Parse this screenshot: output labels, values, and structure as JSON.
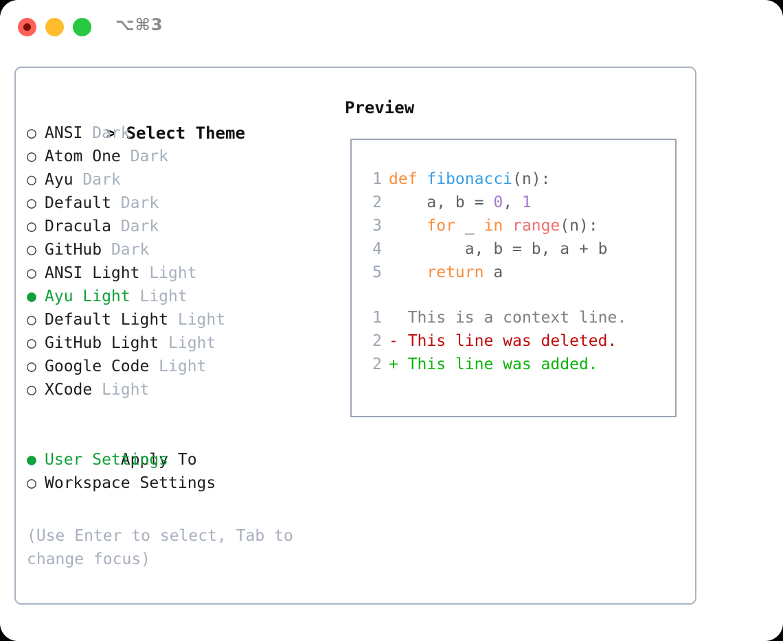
{
  "window": {
    "shortcut": "⌥⌘3",
    "traffic_lights": {
      "close_color": "#ff6058",
      "minimize_color": "#ffbd2e",
      "maximize_color": "#28c840"
    }
  },
  "left": {
    "header": {
      "prefix": "> ",
      "label": "Select Theme"
    },
    "themes": [
      {
        "marker": "○ ",
        "name": "ANSI",
        "variant": " Dark",
        "selected": false
      },
      {
        "marker": "○ ",
        "name": "Atom One",
        "variant": " Dark",
        "selected": false
      },
      {
        "marker": "○ ",
        "name": "Ayu",
        "variant": " Dark",
        "selected": false
      },
      {
        "marker": "○ ",
        "name": "Default",
        "variant": " Dark",
        "selected": false
      },
      {
        "marker": "○ ",
        "name": "Dracula",
        "variant": " Dark",
        "selected": false
      },
      {
        "marker": "○ ",
        "name": "GitHub",
        "variant": " Dark",
        "selected": false
      },
      {
        "marker": "○ ",
        "name": "ANSI Light",
        "variant": " Light",
        "selected": false
      },
      {
        "marker": "● ",
        "name": "Ayu Light",
        "variant": " Light",
        "selected": true
      },
      {
        "marker": "○ ",
        "name": "Default Light",
        "variant": " Light",
        "selected": false
      },
      {
        "marker": "○ ",
        "name": "GitHub Light",
        "variant": " Light",
        "selected": false
      },
      {
        "marker": "○ ",
        "name": "Google Code",
        "variant": " Light",
        "selected": false
      },
      {
        "marker": "○ ",
        "name": "XCode",
        "variant": " Light",
        "selected": false
      }
    ],
    "apply_to": {
      "label": "Apply To",
      "options": [
        {
          "marker": "● ",
          "name": "User Settings",
          "selected": true
        },
        {
          "marker": "○ ",
          "name": "Workspace Settings",
          "selected": false
        }
      ]
    },
    "hint": "(Use Enter to select, Tab to change focus)"
  },
  "preview": {
    "title": "Preview",
    "code_lines": [
      {
        "no": "1",
        "tokens": [
          {
            "t": "def ",
            "c": "kw"
          },
          {
            "t": "fibonacci",
            "c": "fn"
          },
          {
            "t": "(n):",
            "c": "plain"
          }
        ]
      },
      {
        "no": "2",
        "tokens": [
          {
            "t": "    a, b = ",
            "c": "plain"
          },
          {
            "t": "0",
            "c": "num"
          },
          {
            "t": ", ",
            "c": "plain"
          },
          {
            "t": "1",
            "c": "num"
          }
        ]
      },
      {
        "no": "3",
        "tokens": [
          {
            "t": "    ",
            "c": "plain"
          },
          {
            "t": "for",
            "c": "kw"
          },
          {
            "t": " _ ",
            "c": "plain"
          },
          {
            "t": "in",
            "c": "kw"
          },
          {
            "t": " ",
            "c": "plain"
          },
          {
            "t": "range",
            "c": "call"
          },
          {
            "t": "(n):",
            "c": "plain"
          }
        ]
      },
      {
        "no": "4",
        "tokens": [
          {
            "t": "        a, b = b, a + b",
            "c": "plain"
          }
        ]
      },
      {
        "no": "5",
        "tokens": [
          {
            "t": "    ",
            "c": "plain"
          },
          {
            "t": "return",
            "c": "kw"
          },
          {
            "t": " a",
            "c": "plain"
          }
        ]
      }
    ],
    "diff_lines": [
      {
        "no": "1",
        "text": "  This is a context line.",
        "kind": "ctx"
      },
      {
        "no": "2",
        "text": "- This line was deleted.",
        "kind": "del"
      },
      {
        "no": "2",
        "text": "+ This line was added.",
        "kind": "add"
      }
    ]
  },
  "colors": {
    "accent_green": "#11a13a",
    "muted": "#a7b0bd",
    "border": "#aab4c0",
    "preview_border": "#9aa5b3",
    "syntax_keyword": "#fa8d3e",
    "syntax_function": "#399ee6",
    "syntax_number": "#a37acc",
    "syntax_call": "#f07171",
    "syntax_plain": "#5c6166",
    "diff_context": "#808080",
    "diff_deleted": "#c00a0a",
    "diff_added": "#0ab40a"
  }
}
